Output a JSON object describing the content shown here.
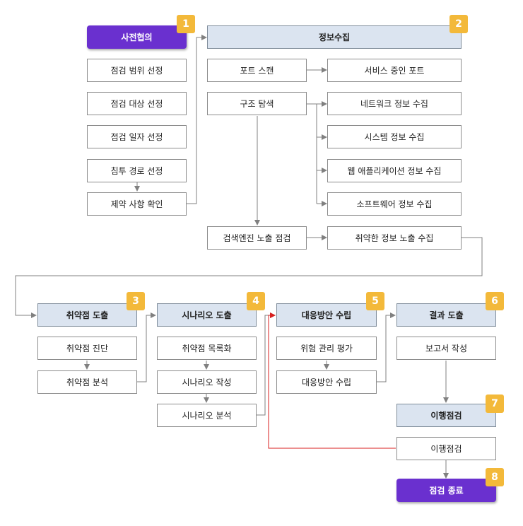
{
  "colors": {
    "phase_header_fill": "#dbe4f0",
    "terminal_fill": "#6a30cf",
    "badge_fill": "#f3b93a",
    "connector": "#808080",
    "highlight_connector": "#d81f1f"
  },
  "phases": {
    "p1": {
      "badge": "1",
      "title": "사전협의",
      "steps": [
        "점검 범위 선정",
        "점검 대상 선정",
        "점검 일자 선정",
        "침투 경로 선정",
        "제약 사항 확인"
      ]
    },
    "p2": {
      "badge": "2",
      "title": "정보수집",
      "port_scan": "포트 스캔",
      "services": "서비스 중인 포트",
      "structure": "구조 탐색",
      "network": "네트워크 정보 수집",
      "system": "시스템 정보 수집",
      "webapp": "웹 애플리케이션 정보 수집",
      "software": "소프트웨어 정보 수집",
      "search_engine": "검색엔진 노출 점검",
      "vuln_info": "취약한 정보 노출 수집"
    },
    "p3": {
      "badge": "3",
      "title": "취약점 도출",
      "steps": [
        "취약점 진단",
        "취약점 분석"
      ]
    },
    "p4": {
      "badge": "4",
      "title": "시나리오 도출",
      "steps": [
        "취약점 목록화",
        "시나리오 작성",
        "시나리오 분석"
      ]
    },
    "p5": {
      "badge": "5",
      "title": "대응방안 수립",
      "steps": [
        "위험 관리 평가",
        "대응방안 수립"
      ]
    },
    "p6": {
      "badge": "6",
      "title": "결과 도출",
      "steps": [
        "보고서 작성"
      ]
    },
    "p7": {
      "badge": "7",
      "title": "이행점검",
      "steps": [
        "이행점검"
      ]
    },
    "p8": {
      "badge": "8",
      "title": "점검 종료"
    }
  }
}
